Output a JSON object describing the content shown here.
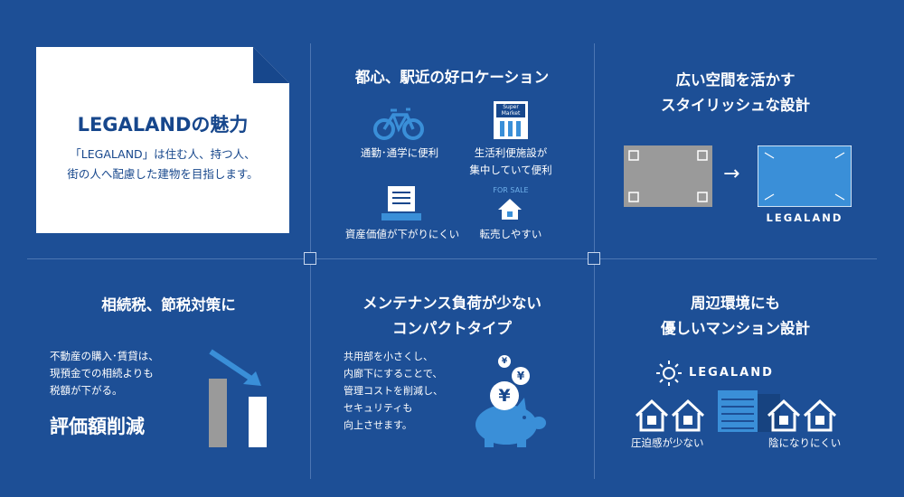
{
  "intro": {
    "title": "LEGALANDの魅力",
    "line1": "「LEGALAND」は住む人、持つ人、",
    "line2": "街の人へ配慮した建物を目指します。"
  },
  "location": {
    "title": "都心、駅近の好ロケーション",
    "commute": "通勤･通学に便利",
    "supermarket_sign_1": "Super",
    "supermarket_sign_2": "Market",
    "life_line1": "生活利便施設が",
    "life_line2": "集中していて便利",
    "asset": "資産価値が下がりにくい",
    "for_sale": "FOR SALE",
    "resale": "転売しやすい"
  },
  "space": {
    "title_line1": "広い空間を活かす",
    "title_line2": "スタイリッシュな設計",
    "arrow": "→",
    "brand": "LEGALAND"
  },
  "tax": {
    "title": "相続税、節税対策に",
    "line1": "不動産の購入･賃貸は、",
    "line2": "現預金での相続よりも",
    "line3": "税額が下がる。",
    "highlight": "評価額削減"
  },
  "maintenance": {
    "title_line1": "メンテナンス負荷が少ない",
    "title_line2": "コンパクトタイプ",
    "line1": "共用部を小さくし、",
    "line2": "内廊下にすることで、",
    "line3": "管理コストを削減し、",
    "line4": "セキュリティも",
    "line5": "向上させます。",
    "yen": "¥"
  },
  "neighbor": {
    "title_line1": "周辺環境にも",
    "title_line2": "優しいマンション設計",
    "brand": "LEGALAND",
    "pressure": "圧迫感が少ない",
    "shade": "陰になりにくい"
  },
  "colors": {
    "background": "#1d4f96",
    "accent_blue": "#3a8fd8",
    "text_dark": "#17478c",
    "grey": "#9a9a9a"
  }
}
